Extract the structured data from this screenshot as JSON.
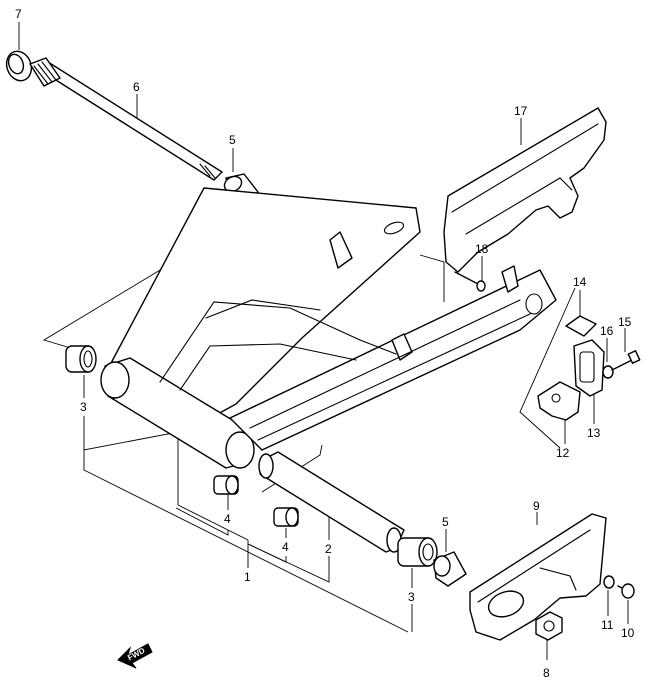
{
  "callouts": {
    "c1": "1",
    "c2": "2",
    "c3a": "3",
    "c3b": "3",
    "c4a": "4",
    "c4b": "4",
    "c5a": "5",
    "c5b": "5",
    "c6": "6",
    "c7": "7",
    "c8": "8",
    "c9": "9",
    "c10": "10",
    "c11": "11",
    "c12": "12",
    "c13": "13",
    "c14": "14",
    "c15": "15",
    "c16": "16",
    "c17": "17",
    "c18": "18"
  },
  "fwd_label": "FWD"
}
